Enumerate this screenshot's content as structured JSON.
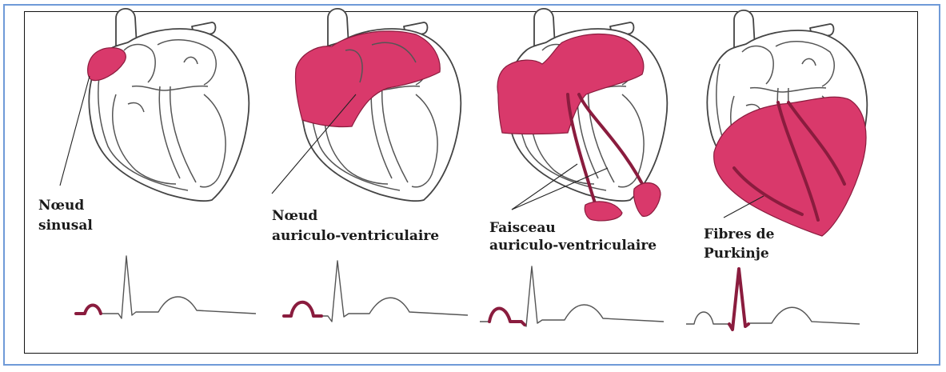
{
  "panels": [
    {
      "label_line1": "Nœud",
      "label_line2": "sinusal",
      "highlight": "sinus-node"
    },
    {
      "label_line1": "Nœud",
      "label_line2": "auriculo-ventriculaire",
      "highlight": "atria"
    },
    {
      "label_line1": "Faisceau",
      "label_line2": "auriculo-ventriculaire",
      "highlight": "bundle"
    },
    {
      "label_line1": "Fibres de",
      "label_line2": "Purkinje",
      "highlight": "ventricles"
    }
  ],
  "colors": {
    "highlight": "#d9396b",
    "highlight_dark": "#8a1c3e",
    "frame": "#6f9ad8"
  }
}
